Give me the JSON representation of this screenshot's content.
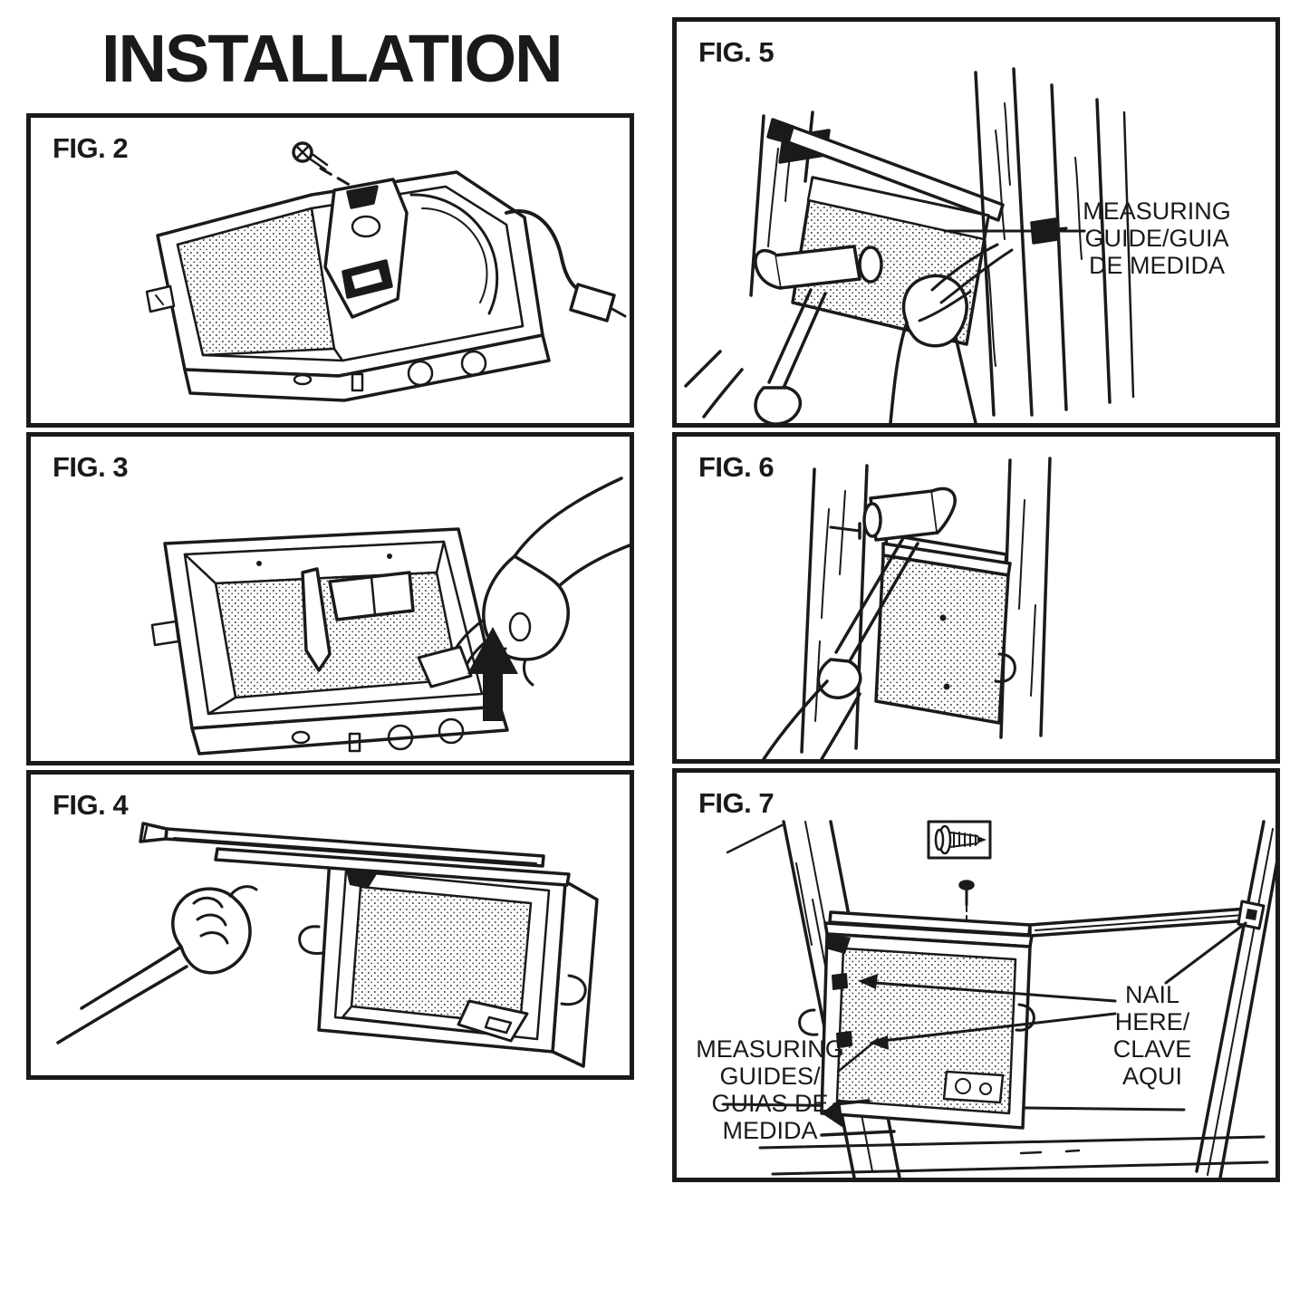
{
  "title": "INSTALLATION",
  "colors": {
    "ink": "#1a1a1a",
    "paper": "#ffffff"
  },
  "figures": [
    {
      "label": "FIG. 2",
      "elements": [
        "mounting-screw",
        "fan-housing-box",
        "motor-plate-bracket",
        "blower-scroll",
        "power-cord-plug",
        "knockout-holes"
      ]
    },
    {
      "label": "FIG. 3",
      "elements": [
        "fan-housing-box",
        "damper-bracket",
        "hand",
        "up-arrow",
        "knockout-holes"
      ]
    },
    {
      "label": "FIG. 4",
      "elements": [
        "hand",
        "hanger-bar",
        "housing-channel",
        "fan-housing-box",
        "mounting-clips",
        "corner-bracket"
      ]
    },
    {
      "label": "FIG. 5",
      "elements": [
        "hammer",
        "hands",
        "nail",
        "fan-housing-box",
        "hanger-bar",
        "wall-studs",
        "measuring-guide-tab"
      ]
    },
    {
      "label": "FIG. 6",
      "elements": [
        "hammer",
        "hand",
        "nail",
        "fan-housing-box",
        "wall-studs"
      ]
    },
    {
      "label": "FIG. 7",
      "elements": [
        "screw-callout-box",
        "screw",
        "fan-housing-box",
        "hanger-bar",
        "wall-studs",
        "floor-lines",
        "pointer-arrows"
      ]
    }
  ],
  "annotations": {
    "fig5_measuring_guide": [
      "MEASURING",
      "GUIDE/GUIA",
      "DE MEDIDA"
    ],
    "fig7_measuring_guides": [
      "MEASURING",
      "GUIDES/",
      "GUIAS DE",
      "MEDIDA"
    ],
    "fig7_nail_here": [
      "NAIL",
      "HERE/",
      "CLAVE",
      "AQUI"
    ]
  }
}
